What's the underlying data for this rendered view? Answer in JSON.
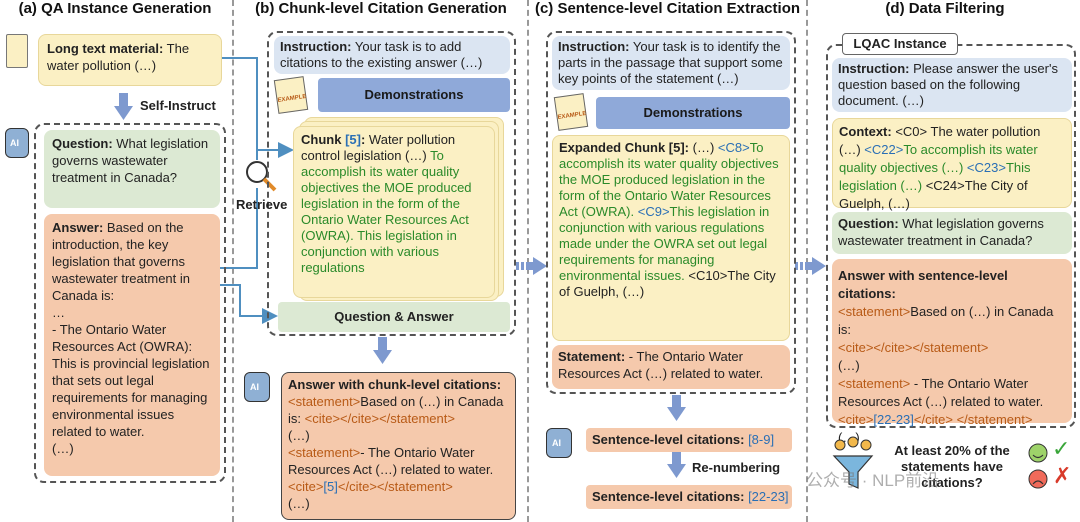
{
  "headers": {
    "a": "(a) QA Instance Generation",
    "b": "(b) Chunk-level Citation Generation",
    "c": "(c) Sentence-level Citation Extraction",
    "d": "(d) Data Filtering"
  },
  "panel_a": {
    "material_label": "Long text material:",
    "material_text": " The water pollution (…)",
    "self_instruct": "Self-Instruct",
    "question_label": "Question:",
    "question_text": " What legislation governs wastewater treatment in Canada?",
    "answer_label": "Answer:",
    "answer_text": " Based on the introduction, the key legislation that governs wastewater treatment in Canada is:",
    "answer_ellipsis": "…",
    "answer_item": "- The Ontario Water Resources Act (OWRA): This is provincial legislation that sets out legal requirements for managing environmental issues related to water.",
    "answer_end": "(…)"
  },
  "panel_b": {
    "instruction_label": "Instruction:",
    "instruction_text": " Your task is to add citations to the existing answer (…)",
    "demonstrations": "Demonstrations",
    "example_tag": "EXAMPLE",
    "retrieve": "Retrieve",
    "chunk_label": "Chunk",
    "chunk_ref": "[5]",
    "chunk_colon": ":",
    "chunk_text": " Water pollution control legislation (…) ",
    "chunk_green": "To accomplish its water quality objectives the MOE produced legislation in the form of the Ontario Water Resources Act (OWRA).  This legislation in conjunction with various regulations",
    "qa": "Question & Answer",
    "out_label": "Answer with chunk-level citations:",
    "out_s1_open": "<statement>",
    "out_s1_text": "Based on (…) in Canada is: ",
    "out_cite_open": "<cite>",
    "out_cite_close": "</cite>",
    "out_s_close": "</statement>",
    "out_ellipsis": "(…)",
    "out_s2_open": "<statement>",
    "out_s2_text": "- The Ontario Water Resources Act (…) related to water.",
    "out_s2_ref": "[5]",
    "out_end": "(…)"
  },
  "panel_c": {
    "instruction_label": "Instruction:",
    "instruction_text": " Your task is to identify the parts in the passage that support some key points of the statement (…)",
    "demonstrations": "Demonstrations",
    "example_tag": "EXAMPLE",
    "exp_label": "Expanded Chunk [5]:",
    "exp_pre": " (…) ",
    "c8": "<C8>",
    "exp_g1": "To accomplish its water quality objectives the MOE produced legislation in the form of the Ontario Water Resources Act (OWRA).",
    "c9": "<C9>",
    "exp_g2": "This legislation in conjunction with various regulations made under the OWRA set out legal requirements for managing environmental issues.",
    "c10": " <C10>The City of Guelph, (…)",
    "statement_label": "Statement:",
    "statement_text": " - The Ontario Water Resources Act (…) related to water.",
    "sent_label": "Sentence-level citations:",
    "sent_ref": " [8-9]",
    "renumber": "Re-numbering",
    "sent2_label": "Sentence-level citations:",
    "sent2_ref": " [22-23]"
  },
  "panel_d": {
    "instance": "LQAC Instance",
    "instruction_label": "Instruction:",
    "instruction_text": " Please answer the user's question based on the following document. (…)",
    "context_label": "Context:",
    "ctx_1": " <C0> The water pollution (…) ",
    "ctx_c22": "<C22>",
    "ctx_g1": "To accomplish its water quality objectives (…) ",
    "ctx_c23": "<C23>",
    "ctx_g2": "This legislation (…)",
    "ctx_end": " <C24>The City of Guelph, (…)",
    "question_label": "Question:",
    "question_text": " What legislation governs wastewater treatment in Canada?",
    "answer_label": "Answer with sentence-level citations:",
    "s_open": "<statement>",
    "s1_text": "Based on (…) in Canada is:",
    "cite_open": "<cite>",
    "cite_close": "</cite>",
    "s_close": "</statement>",
    "ellipsis": "(…)",
    "s2_text": " - The Ontario Water Resources Act (…) related to water.",
    "s2_ref": "[22-23]",
    "end": "(…)",
    "filter_text": "At least 20% of the statements have citations?",
    "check": "✓",
    "cross": "✗",
    "watermark": "公众号 · NLP前沿"
  },
  "colors": {
    "yellow": "#fbf0c4",
    "green": "#dce9d3",
    "blue": "#dbe5f2",
    "orange": "#f5c9ac",
    "demo": "#8fa9d9",
    "arrow": "#6f8cc7",
    "cite_blue": "#2a6fb5",
    "green_text": "#2a8a2a",
    "tag_orange": "#b85a16"
  },
  "icons": [
    "document-icon",
    "robot-icon",
    "magnifier-icon",
    "example-icon",
    "filter-icon",
    "smile-icon",
    "sad-icon",
    "check-icon",
    "cross-icon"
  ]
}
